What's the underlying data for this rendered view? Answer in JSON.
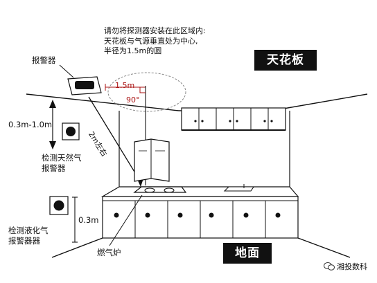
{
  "notice": {
    "line1": "请勿将探测器安装在此区域内:",
    "line2": "天花板与气源垂直处为中心,",
    "line3": "半径为1.5m的圆"
  },
  "labels": {
    "ceiling": "天花板",
    "floor": "地面",
    "alarm": "报警器",
    "height_range": "0.3m-1.0m",
    "natural_gas_l1": "检测天然气",
    "natural_gas_l2": "报警器",
    "lpg_l1": "检测液化气",
    "lpg_l2": "报警器器",
    "low_height": "0.3m",
    "radius": "1.5m",
    "angle": "90°",
    "distance": "2m左右",
    "stove": "燃气炉"
  },
  "watermark": "湘投数科",
  "colors": {
    "accent_red": "#a11111",
    "line": "#111111"
  }
}
